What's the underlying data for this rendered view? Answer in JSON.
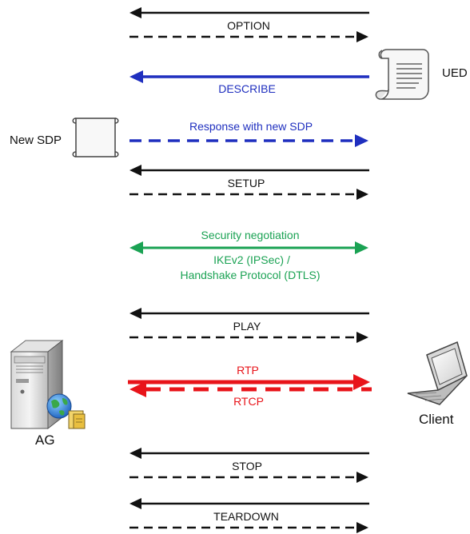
{
  "labels": {
    "ued": "UED",
    "new_sdp": "New SDP",
    "ag": "AG",
    "client": "Client"
  },
  "colors": {
    "black": "#111111",
    "blue": "#1f2fbf",
    "green": "#1aa253",
    "red": "#e8141a"
  },
  "messages": [
    {
      "id": "option-request",
      "label": "",
      "direction": "left",
      "style": "solid",
      "color": "black"
    },
    {
      "id": "option-response",
      "label": "OPTION",
      "direction": "right",
      "style": "dashed",
      "color": "black"
    },
    {
      "id": "describe-request",
      "label": "DESCRIBE",
      "direction": "left",
      "style": "solid",
      "color": "blue"
    },
    {
      "id": "describe-response",
      "label": "Response with new SDP",
      "direction": "right",
      "style": "dashed",
      "color": "blue"
    },
    {
      "id": "setup-request",
      "label": "",
      "direction": "left",
      "style": "solid",
      "color": "black"
    },
    {
      "id": "setup-response",
      "label": "SETUP",
      "direction": "right",
      "style": "dashed",
      "color": "black"
    },
    {
      "id": "security-negotiation",
      "label": "Security negotiation",
      "sublabel_1": "IKEv2 (IPSec) /",
      "sublabel_2": "Handshake Protocol (DTLS)",
      "direction": "both",
      "style": "solid",
      "color": "green"
    },
    {
      "id": "play-request",
      "label": "",
      "direction": "left",
      "style": "solid",
      "color": "black"
    },
    {
      "id": "play-response",
      "label": "PLAY",
      "direction": "right",
      "style": "dashed",
      "color": "black"
    },
    {
      "id": "rtp",
      "label": "RTP",
      "direction": "right",
      "style": "solid",
      "color": "red"
    },
    {
      "id": "rtcp",
      "label": "RTCP",
      "direction": "left",
      "style": "dashed",
      "color": "red"
    },
    {
      "id": "stop-request",
      "label": "",
      "direction": "left",
      "style": "solid",
      "color": "black"
    },
    {
      "id": "stop-response",
      "label": "STOP",
      "direction": "right",
      "style": "dashed",
      "color": "black"
    },
    {
      "id": "teardown-request",
      "label": "",
      "direction": "left",
      "style": "solid",
      "color": "black"
    },
    {
      "id": "teardown-response",
      "label": "TEARDOWN",
      "direction": "right",
      "style": "dashed",
      "color": "black"
    }
  ]
}
